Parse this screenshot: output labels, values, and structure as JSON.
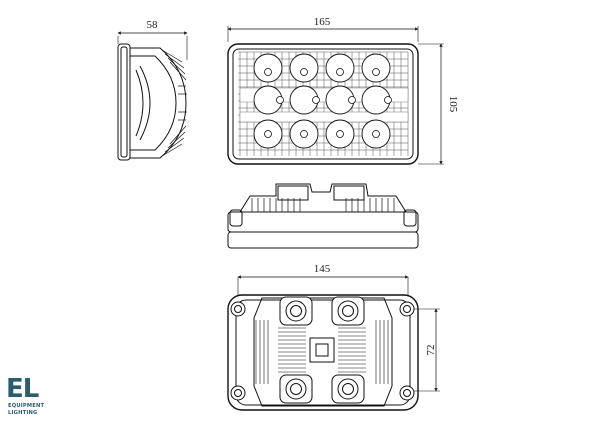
{
  "dimensions": {
    "side_depth": "58",
    "front_width": "165",
    "front_height": "105",
    "rear_mount_width": "145",
    "rear_mount_height": "72"
  },
  "logo": {
    "mark": "EL",
    "line1": "EQUIPMENT",
    "line2": "LIGHTING",
    "color": "#2a5d6e"
  }
}
